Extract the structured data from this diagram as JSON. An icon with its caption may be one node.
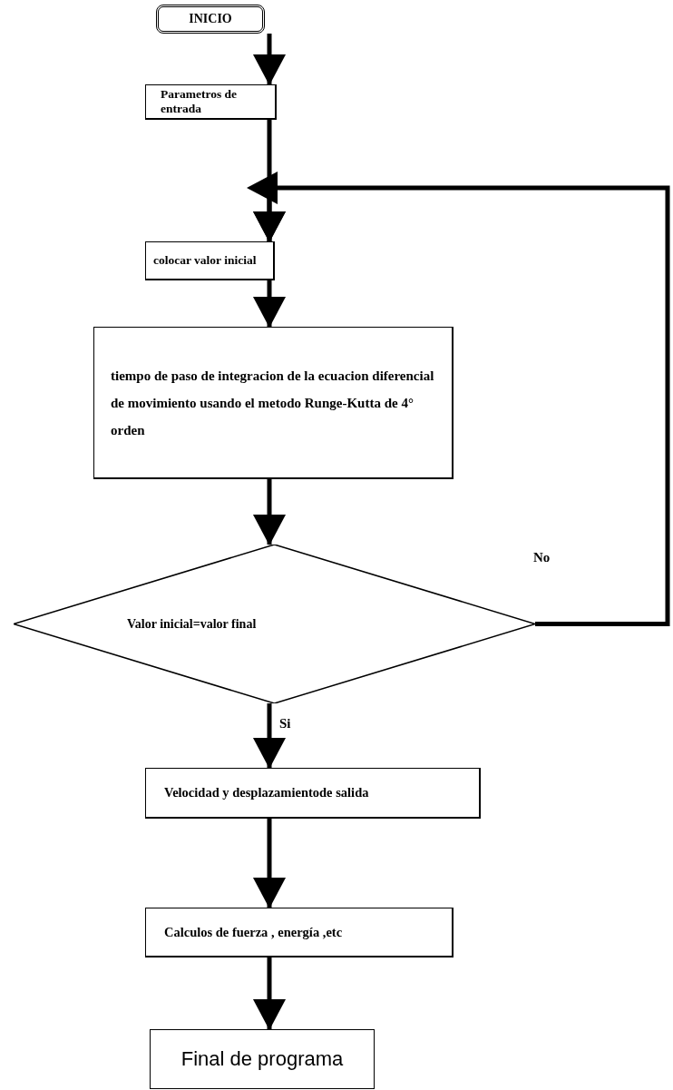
{
  "diagram": {
    "nodes": [
      {
        "text": [
          "INICIO"
        ]
      },
      {
        "text": [
          "Parametros de entrada"
        ]
      },
      {
        "text": [
          "colocar valor inicial"
        ]
      },
      {
        "text": [
          "tiempo de paso de integracion de la ecuacion diferencial de movimiento usando el metodo Runge-Kutta de 4° orden"
        ]
      },
      {
        "text": [
          "Valor inicial=valor final"
        ]
      },
      {
        "text": [
          "Velocidad y desplazamientode salida"
        ]
      },
      {
        "text": [
          "Calculos de fuerza , energía ,etc"
        ]
      },
      {
        "text": [
          "Final de programa"
        ]
      }
    ],
    "edges": [
      {
        "from": 0,
        "to": 1,
        "arrow": "to"
      },
      {
        "from": 1,
        "to": 2,
        "arrow": "to"
      },
      {
        "from": 2,
        "to": 3,
        "arrow": "to"
      },
      {
        "from": 3,
        "to": 4,
        "arrow": "to"
      },
      {
        "from": 4,
        "to": 2,
        "arrow": "to",
        "label": "No"
      },
      {
        "from": 4,
        "to": 5,
        "arrow": "to",
        "label": "Si"
      },
      {
        "from": 5,
        "to": 6,
        "arrow": "to"
      },
      {
        "from": 6,
        "to": 7,
        "arrow": "to"
      }
    ]
  }
}
